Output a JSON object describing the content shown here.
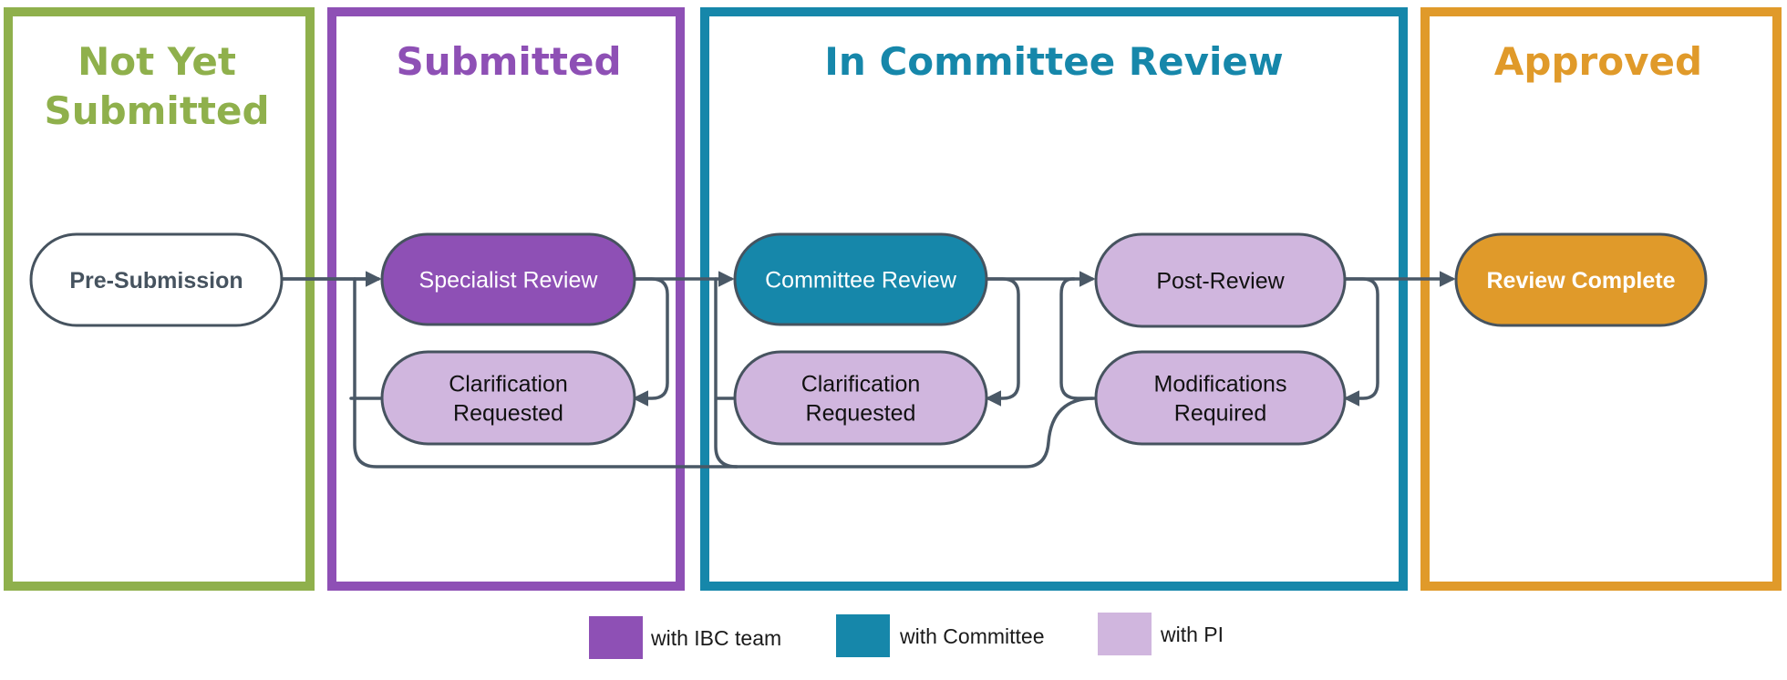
{
  "colors": {
    "not_yet_submitted": "#8fb04c",
    "submitted": "#8e50b5",
    "committee": "#1687aa",
    "approved": "#e09a2a",
    "pi": "#d0b6de",
    "edge": "#4a5866",
    "white": "#ffffff"
  },
  "stages": [
    {
      "id": "not-yet-submitted",
      "lines": [
        "Not Yet",
        "Submitted"
      ],
      "color": "#8fb04c"
    },
    {
      "id": "submitted",
      "lines": [
        "Submitted"
      ],
      "color": "#8e50b5"
    },
    {
      "id": "in-committee-review",
      "lines": [
        "In Committee Review"
      ],
      "color": "#1687aa"
    },
    {
      "id": "approved",
      "lines": [
        "Approved"
      ],
      "color": "#e09a2a"
    }
  ],
  "nodes": [
    {
      "id": "pre-submission",
      "lines": [
        "Pre-Submission"
      ],
      "fill": "#ffffff",
      "text": "#46535f",
      "bold": true
    },
    {
      "id": "specialist-review",
      "lines": [
        "Specialist Review"
      ],
      "fill": "#8e50b5",
      "text": "#ffffff",
      "bold": false
    },
    {
      "id": "clarification-requested-1",
      "lines": [
        "Clarification",
        "Requested"
      ],
      "fill": "#d0b6de",
      "text": "#111111",
      "bold": false
    },
    {
      "id": "committee-review",
      "lines": [
        "Committee Review"
      ],
      "fill": "#1687aa",
      "text": "#ffffff",
      "bold": false
    },
    {
      "id": "clarification-requested-2",
      "lines": [
        "Clarification",
        "Requested"
      ],
      "fill": "#d0b6de",
      "text": "#111111",
      "bold": false
    },
    {
      "id": "post-review",
      "lines": [
        "Post-Review"
      ],
      "fill": "#d0b6de",
      "text": "#111111",
      "bold": false
    },
    {
      "id": "modifications-required",
      "lines": [
        "Modifications",
        "Required"
      ],
      "fill": "#d0b6de",
      "text": "#111111",
      "bold": false
    },
    {
      "id": "review-complete",
      "lines": [
        "Review Complete"
      ],
      "fill": "#e09a2a",
      "text": "#ffffff",
      "bold": true
    }
  ],
  "legend": [
    {
      "id": "with-ibc-team",
      "label": "with IBC team",
      "color": "#8e50b5"
    },
    {
      "id": "with-committee",
      "label": "with Committee",
      "color": "#1687aa"
    },
    {
      "id": "with-pi",
      "label": "with PI",
      "color": "#d0b6de"
    }
  ]
}
